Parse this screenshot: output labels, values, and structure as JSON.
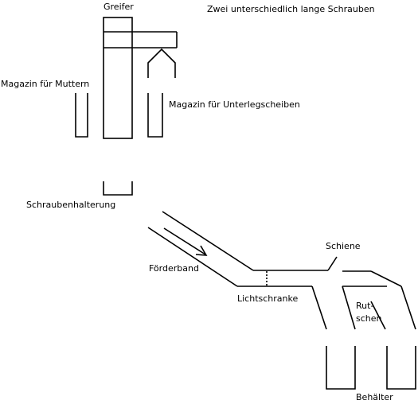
{
  "labels": {
    "greifer": "Greifer",
    "schrauben_note": "Zwei unterschiedlich lange Schrauben",
    "magazin_muttern": "Magazin für Muttern",
    "magazin_unterlegscheiben": "Magazin für Unterlegscheiben",
    "schraubenhalterung": "Schraubenhalterung",
    "foerderband": "Förderband",
    "schiene": "Schiene",
    "lichtschranke": "Lichtschranke",
    "rutschen_line1": "Rut-",
    "rutschen_line2": "schen",
    "behaelter": "Behälter"
  },
  "colors": {
    "stroke": "#000000",
    "background": "#ffffff"
  }
}
